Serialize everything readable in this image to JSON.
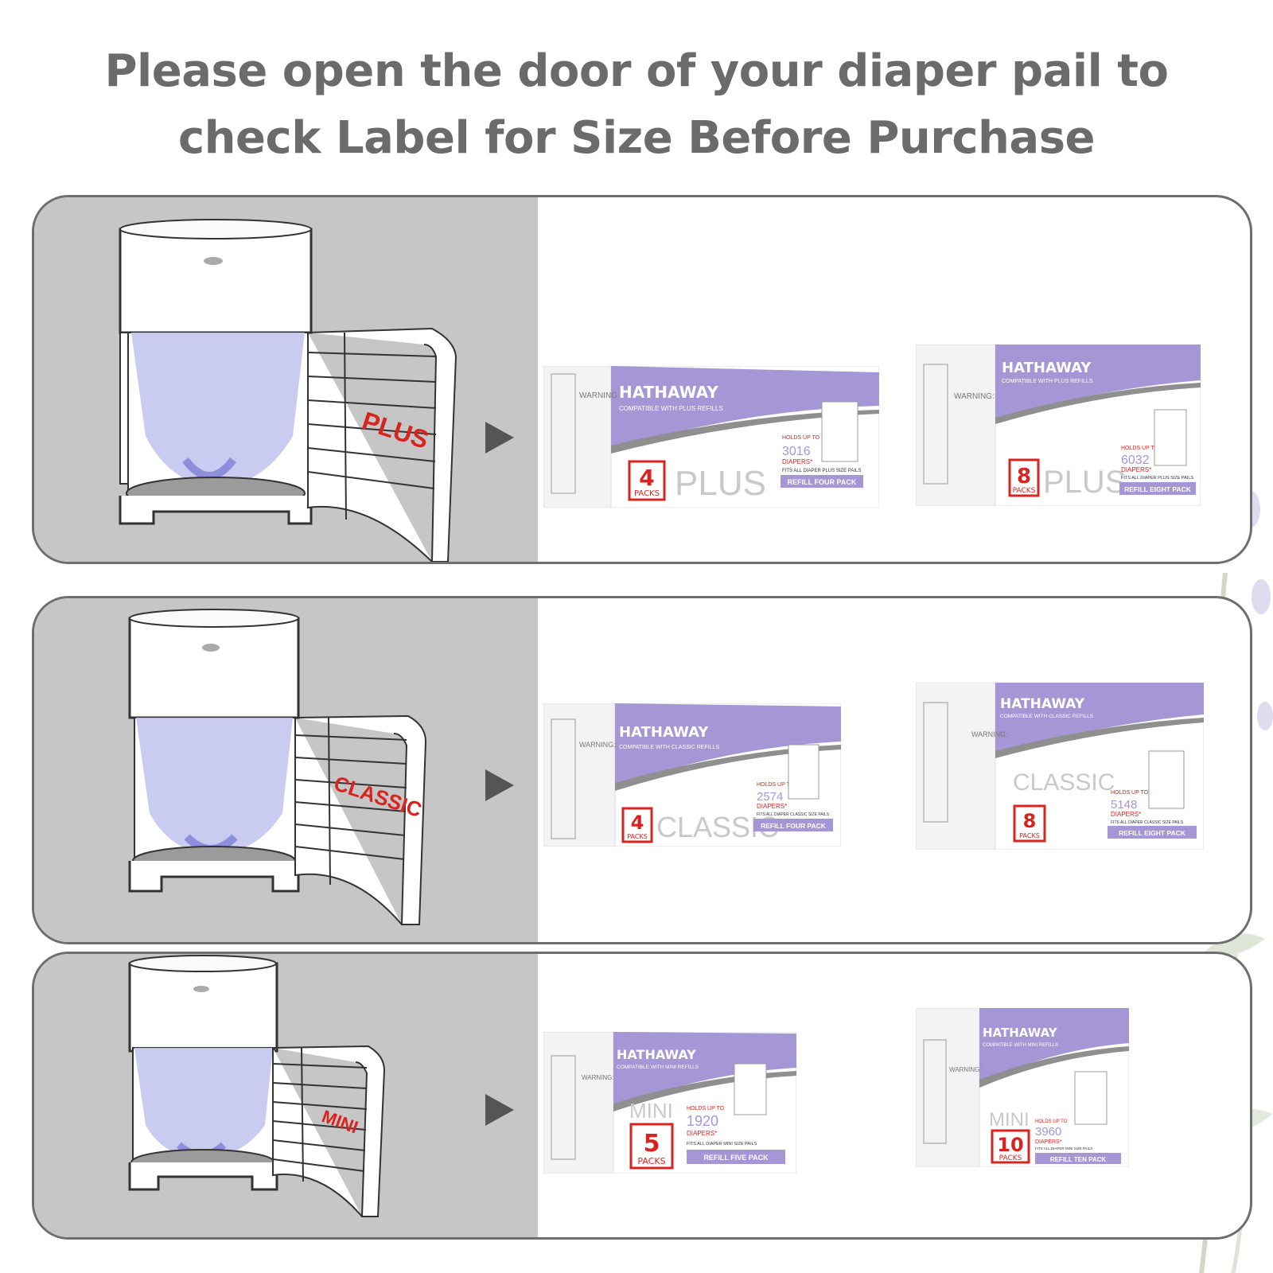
{
  "headline": {
    "line1": "Please open the door of your diaper pail to",
    "line2": "check Label for Size Before Purchase"
  },
  "colors": {
    "heading_gray": "#6b6b6b",
    "panel_border": "#6e6e6e",
    "left_bg": "#c6c6c6",
    "brand_purple": "#a596d6",
    "label_red": "#d8231f"
  },
  "common": {
    "brand": "HATHAWAY",
    "warning": "WARNING:",
    "holds_up_to": "HOLDS UP TO",
    "diapers": "DIAPERS*",
    "packs": "PACKS"
  },
  "rows": [
    {
      "label": "PLUS",
      "boxes": [
        {
          "compat": "COMPATIBLE WITH PLUS REFILLS",
          "count": "4",
          "size": "PLUS",
          "holds": "3016",
          "fits": "FITS ALL DIAPER PLUS SIZE PAILS",
          "refill": "REFILL FOUR PACK"
        },
        {
          "compat": "COMPATIBLE WITH PLUS REFILLS",
          "count": "8",
          "size": "PLUS",
          "holds": "6032",
          "fits": "FITS ALL DIAPER PLUS SIZE PAILS",
          "refill": "REFILL EIGHT PACK"
        }
      ]
    },
    {
      "label": "CLASSIC",
      "boxes": [
        {
          "compat": "COMPATIBLE WITH CLASSIC REFILLS",
          "count": "4",
          "size": "CLASSIC",
          "holds": "2574",
          "fits": "FITS ALL DIAPER CLASSIC SIZE PAILS",
          "refill": "REFILL FOUR PACK"
        },
        {
          "compat": "COMPATIBLE WITH CLASSIC REFILLS",
          "count": "8",
          "size": "CLASSIC",
          "holds": "5148",
          "fits": "FITS ALL DIAPER CLASSIC SIZE PAILS",
          "refill": "REFILL EIGHT PACK"
        }
      ]
    },
    {
      "label": "MINI",
      "boxes": [
        {
          "compat": "COMPATIBLE WITH MINI REFILLS",
          "count": "5",
          "size": "MINI",
          "holds": "1920",
          "fits": "FITS ALL DIAPER MINI SIZE PAILS",
          "refill": "REFILL FIVE PACK"
        },
        {
          "compat": "COMPATIBLE WITH MINI REFILLS",
          "count": "10",
          "size": "MINI",
          "holds": "3960",
          "fits": "FITS ALL DIAPER MINI SIZE PAILS",
          "refill": "REFILL TEN PACK"
        }
      ]
    }
  ]
}
